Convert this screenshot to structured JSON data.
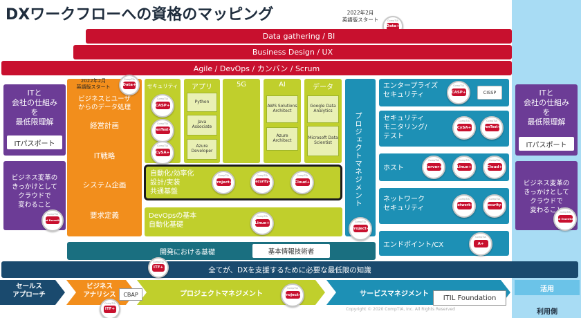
{
  "title": "DXワークフローへの資格のマッピング",
  "note_top": {
    "line1": "2022年2月",
    "line2": "英語版スタート"
  },
  "note_left": {
    "line1": "2022年2月",
    "line2": "英語版スタート"
  },
  "bands": {
    "data": "Data gathering / BI",
    "business": "Business Design / UX",
    "agile": "Agile / DevOps / カンバン / Scrum",
    "dev_base": "開発における基礎",
    "kihon": "基本情報技術者",
    "all": "全てが、DXを支援するために必要な最低限の知識"
  },
  "left_panel": {
    "line1": "ITと",
    "line2": "会社の仕組み",
    "line3": "を",
    "line4": "最低限理解",
    "itpass": "ITパスポート"
  },
  "left_cloud": {
    "line1": "ビジネス変革の",
    "line2": "きっかけとして",
    "line3": "クラウドで",
    "line4": "変わること"
  },
  "right_panel": {
    "line1": "ITと",
    "line2": "会社の仕組み",
    "line3": "を",
    "line4": "最低限理解",
    "itpass": "ITパスポート"
  },
  "right_cloud": {
    "line1": "ビジネス変革の",
    "line2": "きっかけとして",
    "line3": "クラウドで",
    "line4": "変わること"
  },
  "orange": {
    "head1": "ビジネスとユーザ",
    "head2": "からのデータ処理",
    "items": [
      "経営計画",
      "IT戦略",
      "システム企画",
      "要求定義"
    ]
  },
  "security_col": "セキュリティ",
  "app": {
    "head": "アプリ",
    "items": [
      "Python",
      "Java Associate",
      "Azure Developer"
    ]
  },
  "fiveg": "5G",
  "ai": {
    "head": "AI",
    "items": [
      "AWS Solutions Architect",
      "Azure Architect"
    ]
  },
  "data_col": {
    "head": "データ",
    "items": [
      "Google Data Analytics",
      "Microsoft Data Scientist"
    ]
  },
  "automation": {
    "line1": "自動化/効率化",
    "line2": "設計/実装",
    "line3": "共通基盤"
  },
  "devops": {
    "line1": "DevOpsの基本",
    "line2": "自動化基礎"
  },
  "pm_vertical": "プロジェクトマネジメント",
  "right_rows": [
    {
      "l1": "エンタープライズ",
      "l2": "セキュリティ",
      "l3": ""
    },
    {
      "l1": "セキュリティ",
      "l2": "モニタリング/",
      "l3": "テスト"
    },
    {
      "l1": "ホスト",
      "l2": "",
      "l3": ""
    },
    {
      "l1": "ネットワーク",
      "l2": "セキュリティ",
      "l3": ""
    },
    {
      "l1": "エンドポイント/CX",
      "l2": "",
      "l3": ""
    }
  ],
  "cissp": "CISSP",
  "arrows": {
    "sales1": "セールス",
    "sales2": "アプローチ",
    "biz1": "ビジネス",
    "biz2": "アナリシス",
    "cbap": "CBAP",
    "pm": "プロジェクトマネジメント",
    "service": "サービスマネジメント",
    "itil": "ITIL Foundation",
    "katsuyo": "活用"
  },
  "user_side": "利用側",
  "copyright": "Copyright © 2020 CompTIA, Inc. All Rights Reserved",
  "badge_super": "CompTIA",
  "badges": {
    "data": "Data+",
    "casp": "CASP+",
    "pentest": "PenTest+",
    "cysa": "CySA+",
    "project": "Project+",
    "security": "Security+",
    "cloud": "Cloud+",
    "linux": "Linux+",
    "server": "Server+",
    "network": "Network+",
    "aplus": "A+",
    "itf": "ITF+",
    "cloud_essentials": "Cloud Essentials+"
  },
  "colors": {
    "red": "#c8102e",
    "navy": "#1a4a6e",
    "teal": "#1d90b5",
    "orange": "#f28e1c",
    "lime": "#c0cf2c",
    "purple": "#6c3c96",
    "light_blue": "#a8dcf4",
    "sky": "#6bc3e8"
  }
}
